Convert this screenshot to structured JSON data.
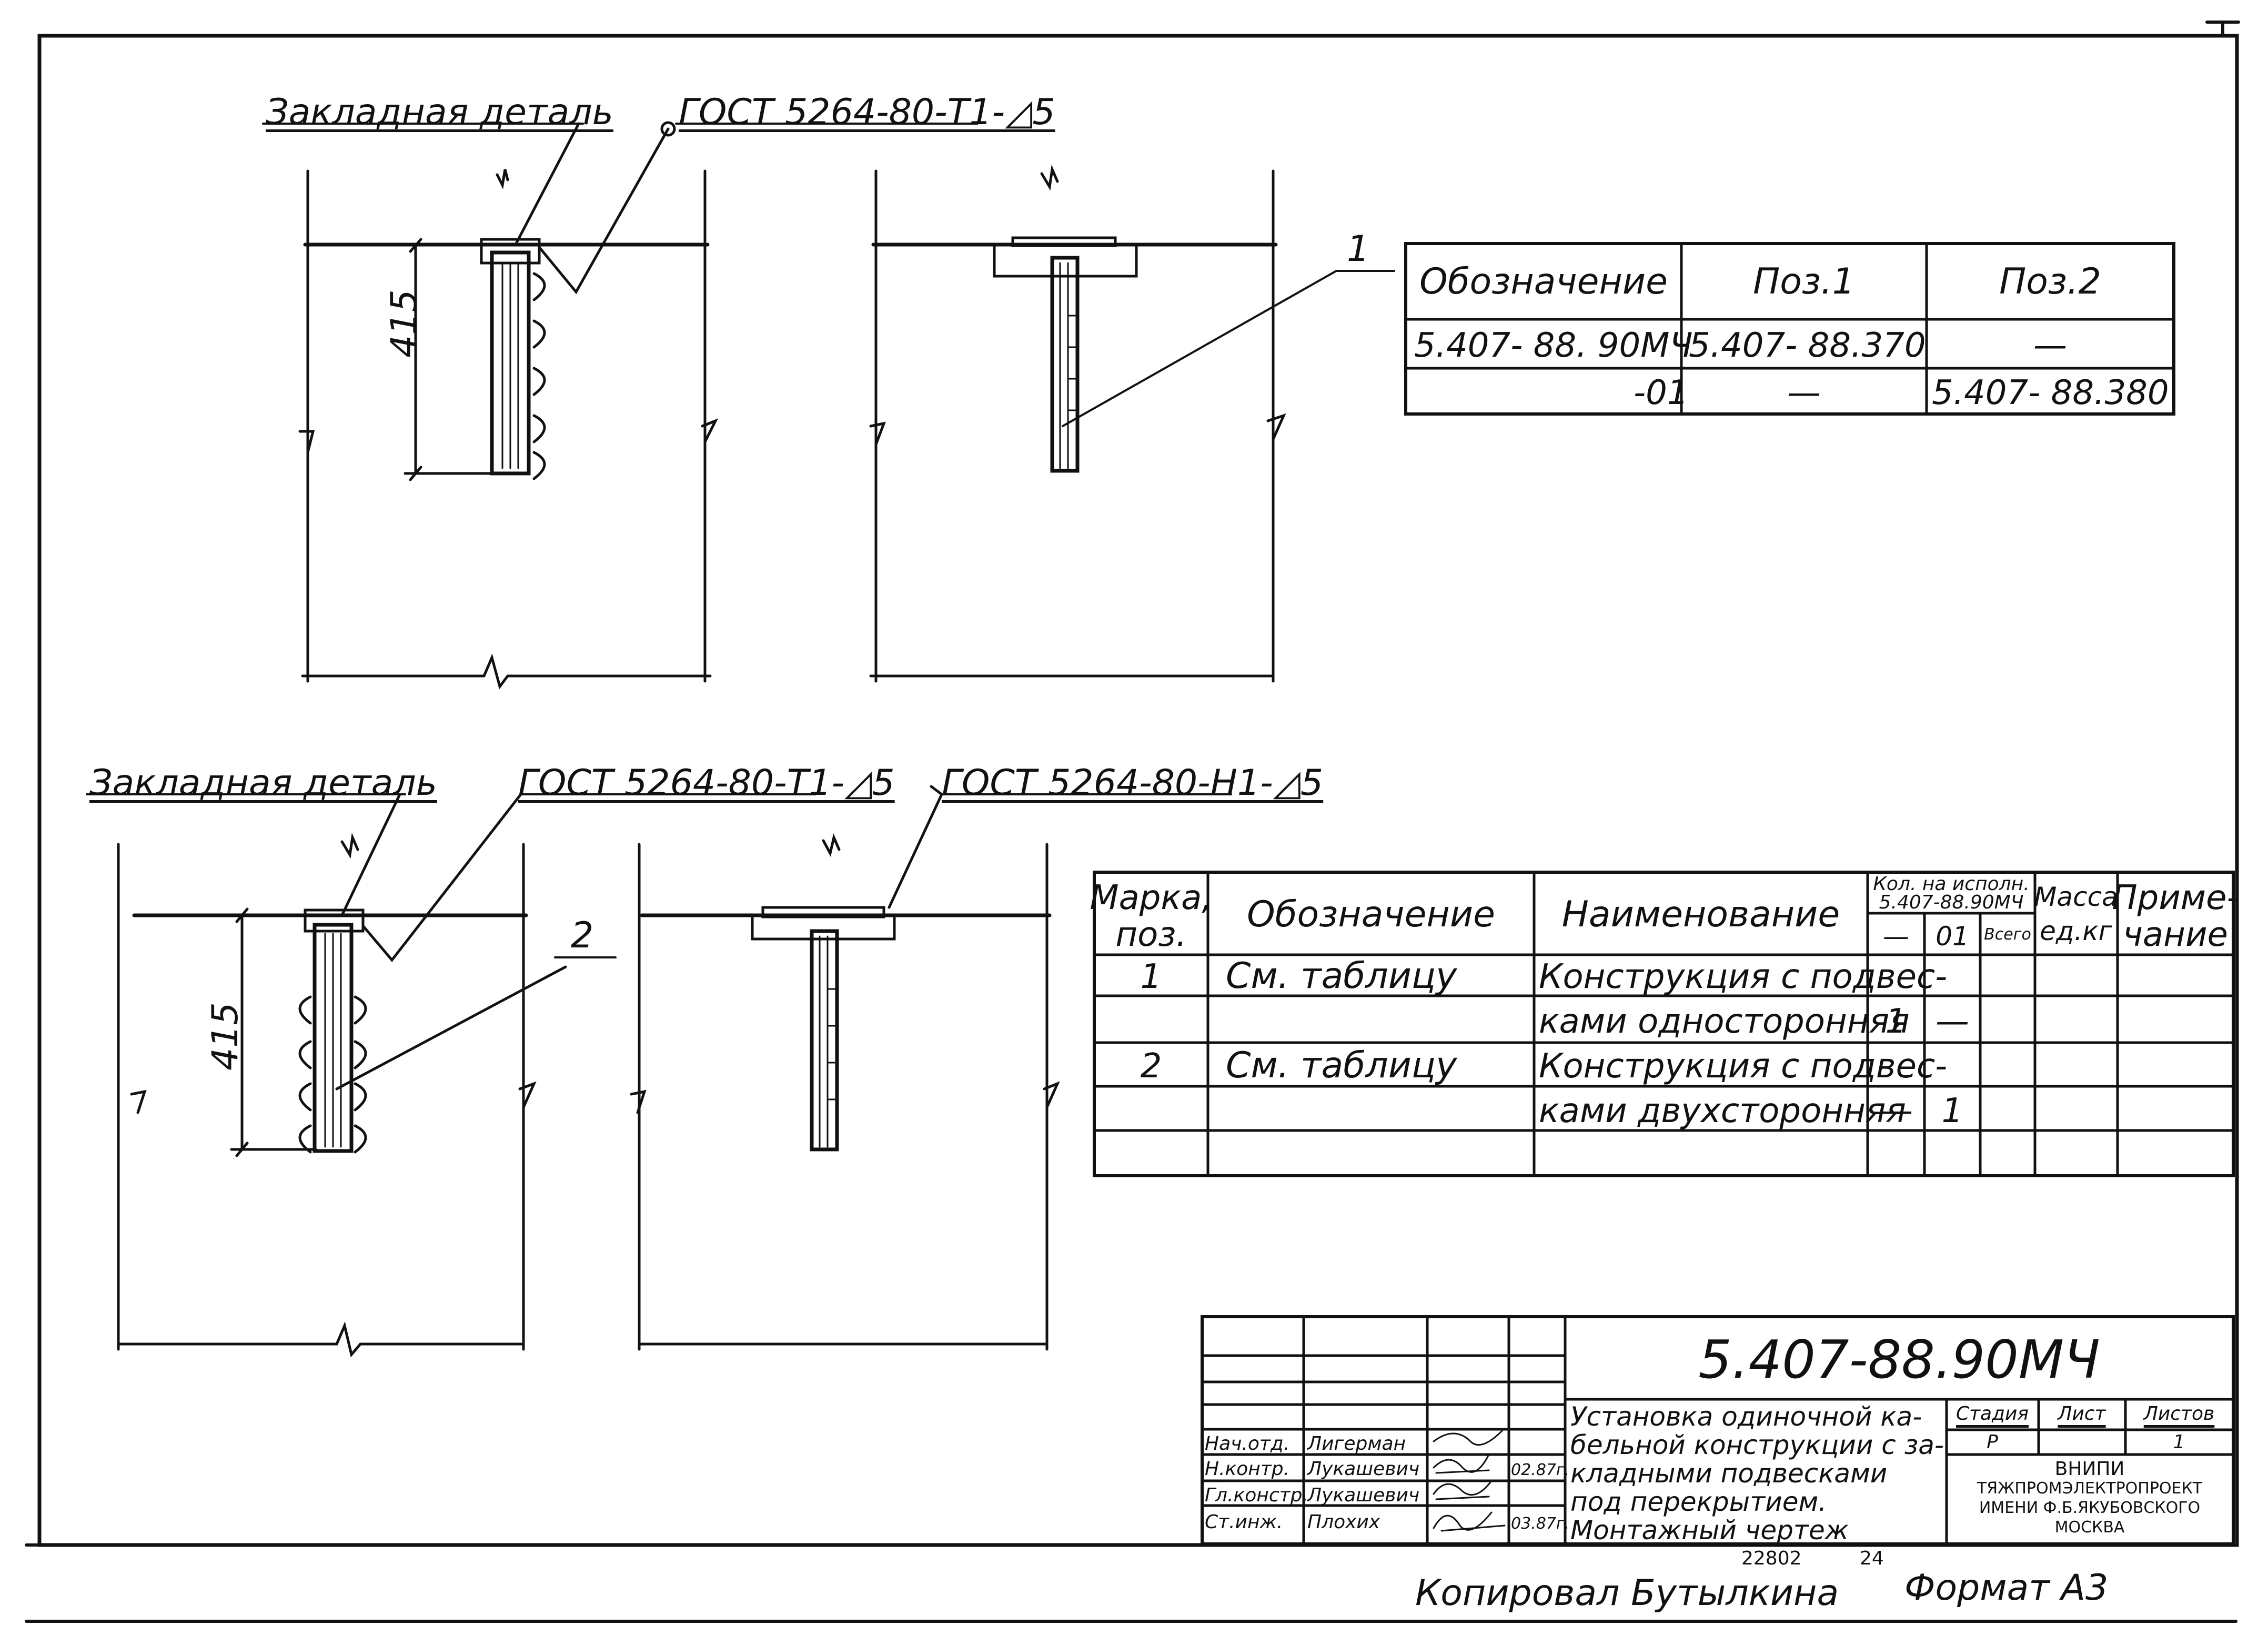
{
  "drawing": {
    "top_view": {
      "label_embedded": "Закладная деталь",
      "label_weld": "ГОСТ 5264-80-Т1-◿5",
      "dim": "415",
      "pos_callout": "1"
    },
    "bottom_view": {
      "label_embedded": "Закладная деталь",
      "label_weld_1": "ГОСТ 5264-80-Т1-◿5",
      "label_weld_2": "ГОСТ 5264-80-Н1-◿5",
      "dim": "415",
      "pos_callout": "2"
    }
  },
  "variant_table": {
    "headers": [
      "Обозначение",
      "Поз.1",
      "Поз.2"
    ],
    "rows": [
      [
        "5.407- 88. 90МЧ",
        "5.407- 88.370",
        "—"
      ],
      [
        "-01",
        "—",
        "5.407- 88.380"
      ]
    ]
  },
  "spec_table": {
    "headers": {
      "mark": [
        "Марка,",
        "поз."
      ],
      "designation": "Обозначение",
      "name": "Наименование",
      "qty": [
        "Кол. на исполн.",
        "5.407-88.90МЧ"
      ],
      "qty_sub": [
        "—",
        "01",
        "Всего"
      ],
      "mass": [
        "Масса",
        "ед.кг"
      ],
      "note": [
        "Приме-",
        "чание"
      ]
    },
    "rows": [
      {
        "mark": "1",
        "designation": "См. таблицу",
        "name": "Конструкция с подвес-",
        "q0": "",
        "q1": "",
        "total": ""
      },
      {
        "mark": "",
        "designation": "",
        "name": "ками односторонняя",
        "q0": "1",
        "q1": "—",
        "total": ""
      },
      {
        "mark": "2",
        "designation": "См. таблицу",
        "name": "Конструкция с подвес-",
        "q0": "",
        "q1": "",
        "total": ""
      },
      {
        "mark": "",
        "designation": "",
        "name": "ками двухсторонняя",
        "q0": "—",
        "q1": "1",
        "total": ""
      },
      {
        "mark": "",
        "designation": "",
        "name": "",
        "q0": "",
        "q1": "",
        "total": ""
      }
    ]
  },
  "title_block": {
    "code": "5.407-88.90МЧ",
    "title_lines": [
      "Установка одиночной ка-",
      "бельной конструкции с за-",
      "кладными подвесками",
      "под перекрытием.",
      "Монтажный чертеж"
    ],
    "stage_label": "Стадия",
    "sheet_label": "Лист",
    "sheets_label": "Листов",
    "stage_value": "Р",
    "sheets_value": "1",
    "org_lines": [
      "ВНИПИ",
      "ТЯЖПРОМЭЛЕКТРОПРОЕКТ",
      "ИМЕНИ Ф.Б.ЯКУБОВСКОГО",
      "МОСКВА"
    ],
    "people": [
      {
        "role": "Нач.отд.",
        "name": "Лигерман",
        "date": ""
      },
      {
        "role": "Н.контр.",
        "name": "Лукашевич",
        "date": "02.87г."
      },
      {
        "role": "Гл.констр.",
        "name": "Лукашевич",
        "date": ""
      },
      {
        "role": "Ст.инж.",
        "name": "Плохих",
        "date": "03.87г."
      }
    ]
  },
  "footer": {
    "number": "22802",
    "sheet_no": "24",
    "copied": "Копировал Бутылкина",
    "format": "Формат А3"
  }
}
